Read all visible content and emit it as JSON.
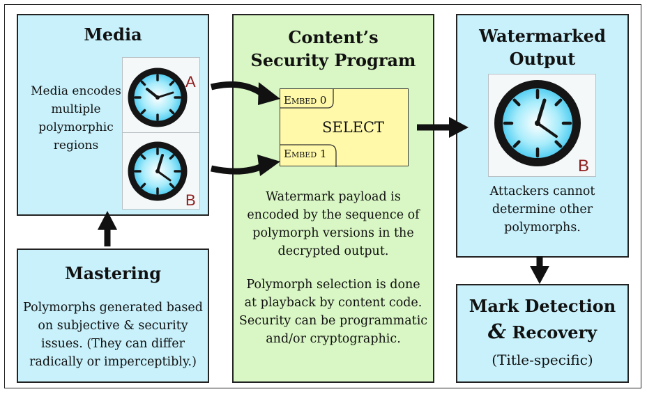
{
  "media": {
    "title": "Media",
    "description": [
      "Media encodes",
      "multiple",
      "polymorphic",
      "regions"
    ],
    "version_a": "A",
    "version_b": "B"
  },
  "mastering": {
    "title": "Mastering",
    "description": [
      "Polymorphs generated based",
      "on subjective & security",
      "issues.  (They can differ",
      "radically or imperceptibly.)"
    ]
  },
  "program": {
    "title_line1": "Content’s",
    "title_line2": "Security Program",
    "select_block": {
      "embed0_prefix": "E",
      "embed0_word": "mbed",
      "embed0_num": " 0",
      "embed1_prefix": "E",
      "embed1_word": "mbed",
      "embed1_num": " 1",
      "label": "SELECT"
    },
    "paragraph1": [
      "Watermark payload is",
      "encoded by the sequence of",
      "polymorph versions in the",
      "decrypted output."
    ],
    "paragraph2": [
      "Polymorph selection is done",
      "at playback by content code.",
      "Security can be programmatic",
      "and/or cryptographic."
    ]
  },
  "output": {
    "title_line1": "Watermarked",
    "title_line2": "Output",
    "version": "B",
    "description": [
      "Attackers cannot",
      "determine other",
      "polymorphs."
    ]
  },
  "detection": {
    "title_line1": "Mark Detection",
    "title_amp": "&",
    "title_line2_rest": " Recovery",
    "subtitle": "(Title-specific)"
  },
  "colors": {
    "cyan_box": "#c8f1fb",
    "green_box": "#d9f7c4",
    "select_block": "#fff9a9",
    "version_tag": "#8f1c1c"
  }
}
